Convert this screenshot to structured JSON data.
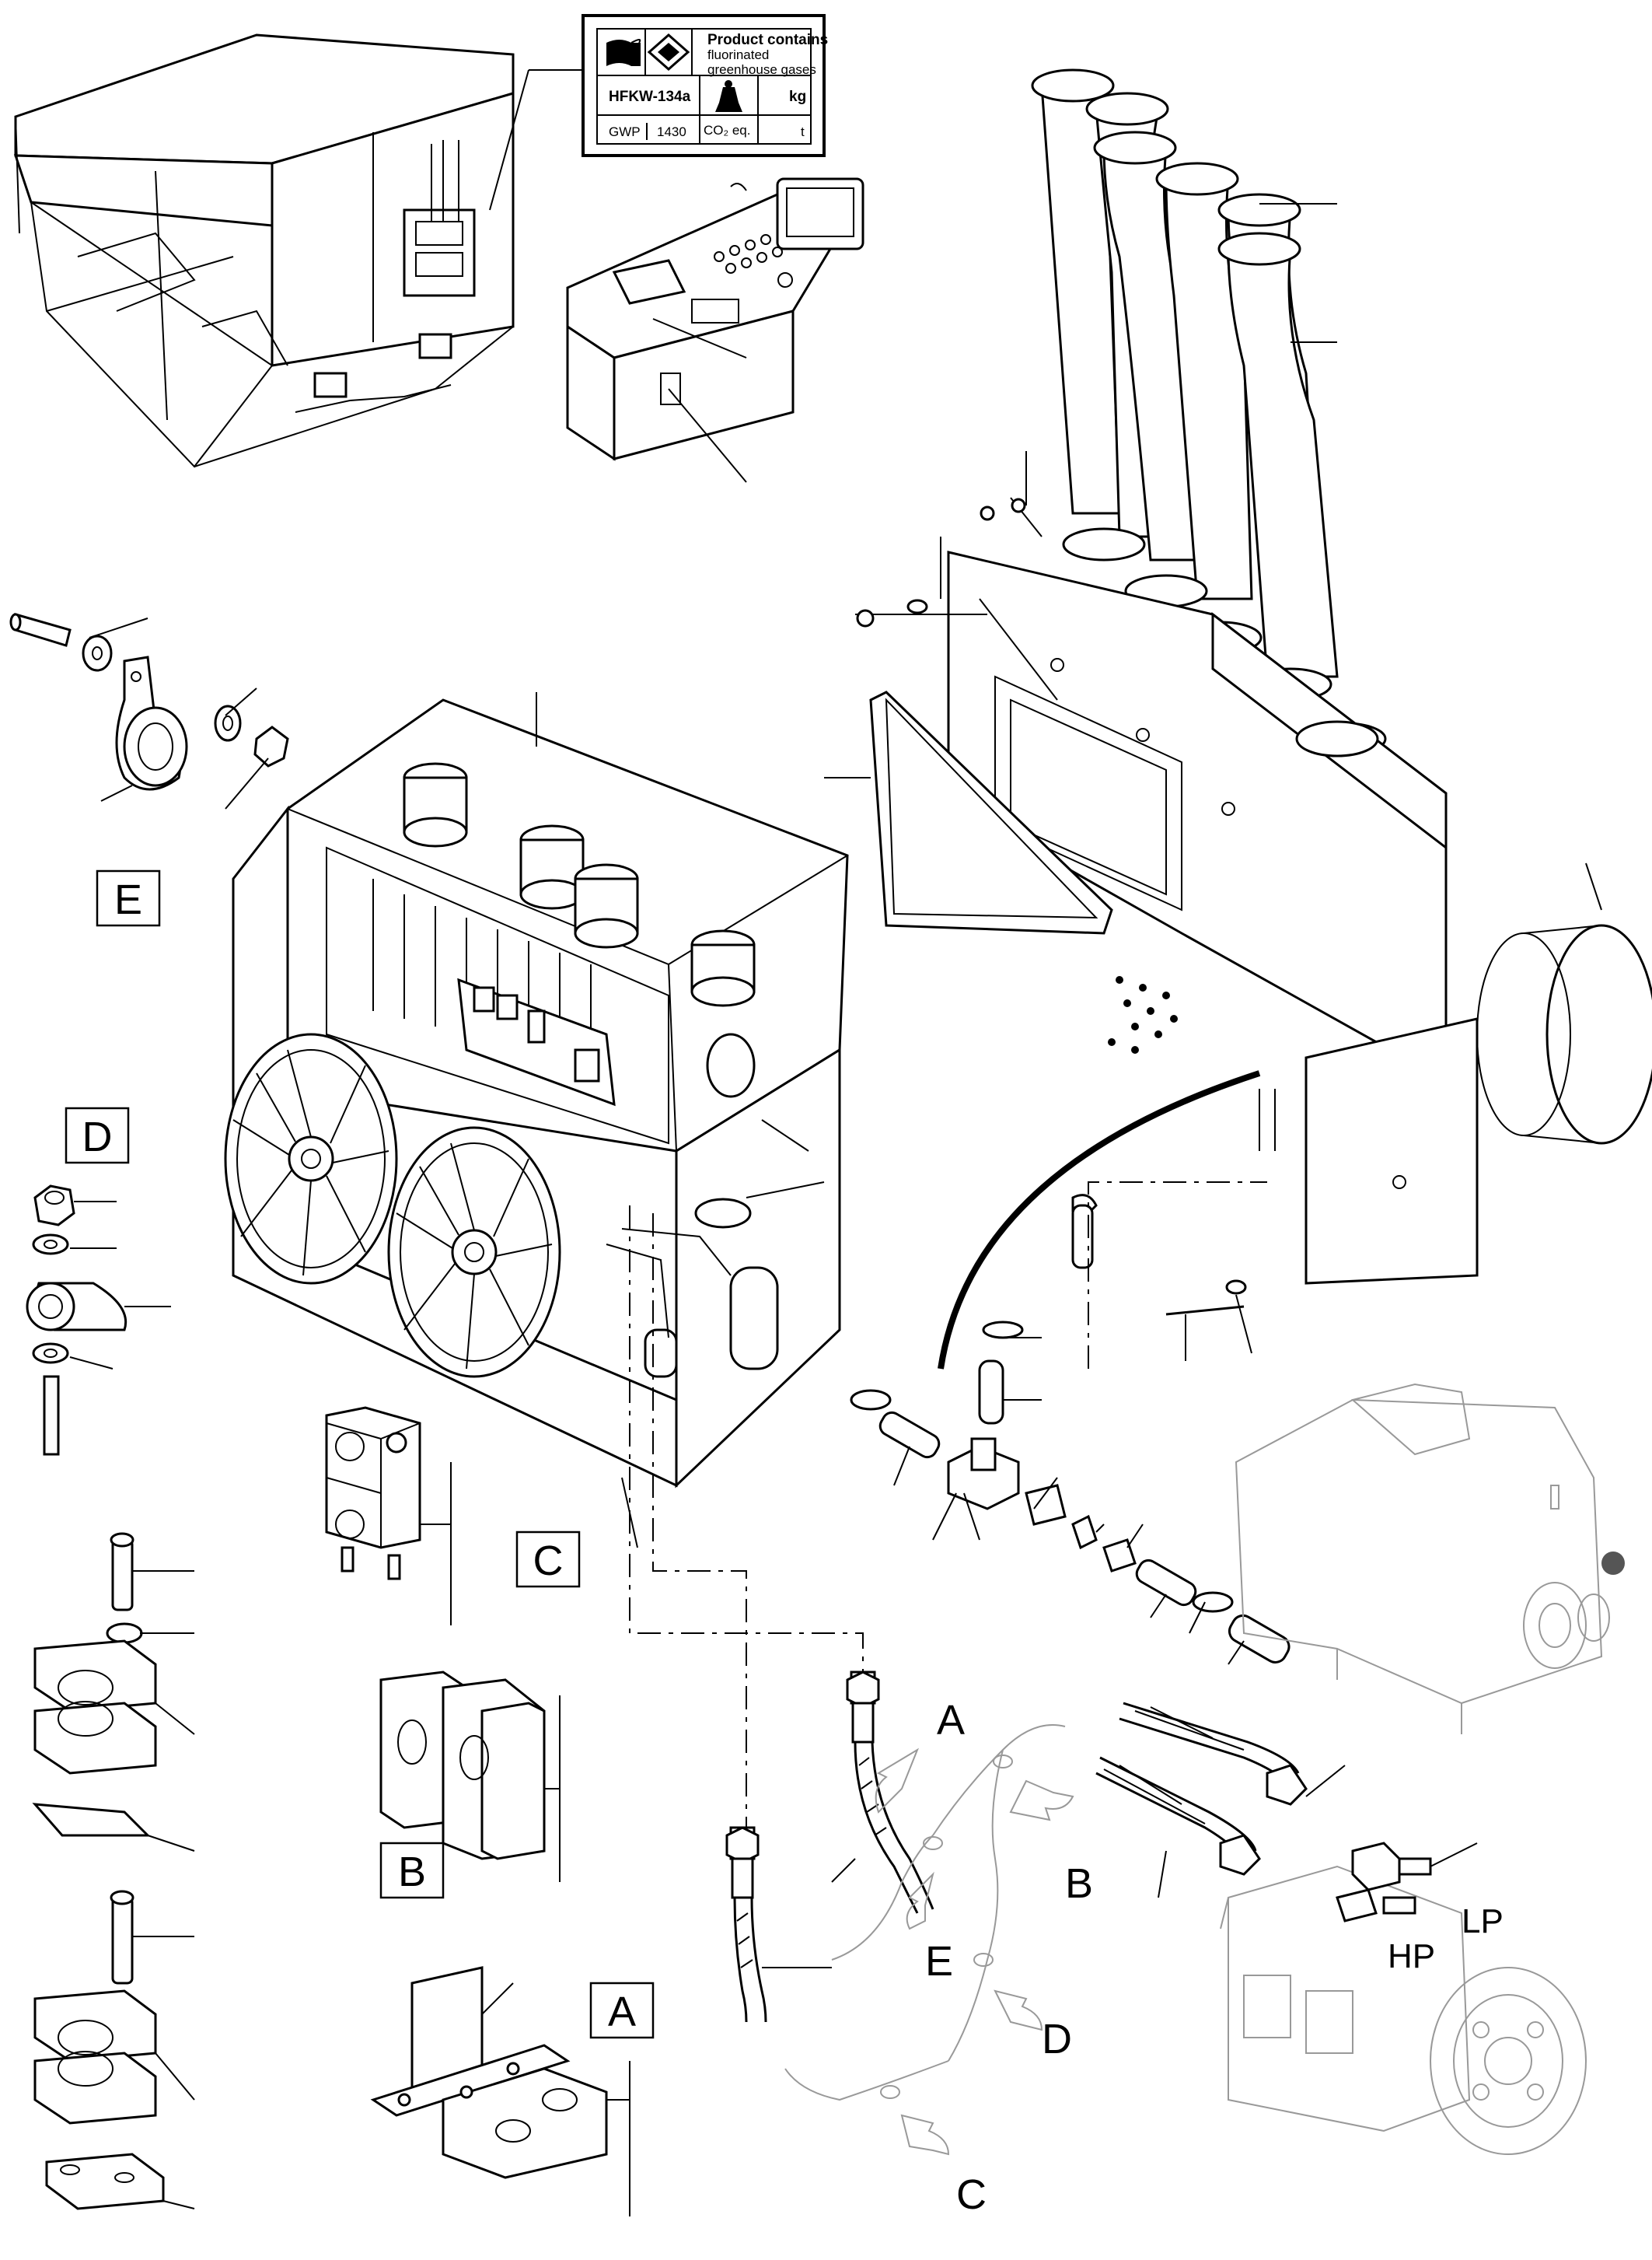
{
  "warning_label": {
    "line1": "Product contains",
    "line2": "fluorinated",
    "line3": "greenhouse gases",
    "refrigerant": "HFKW-134a",
    "mass_unit": "kg",
    "gwp_label": "GWP",
    "gwp_value": "1430",
    "co2_label": "CO₂ eq.",
    "co2_unit": "t"
  },
  "callouts": {
    "box_e": "E",
    "box_d": "D",
    "box_c": "C",
    "box_b": "B",
    "box_a": "A"
  },
  "view_markers": {
    "a": "A",
    "b": "B",
    "c": "C",
    "d": "D",
    "e": "E"
  },
  "ports": {
    "low_pressure": "LP",
    "high_pressure": "HP"
  }
}
